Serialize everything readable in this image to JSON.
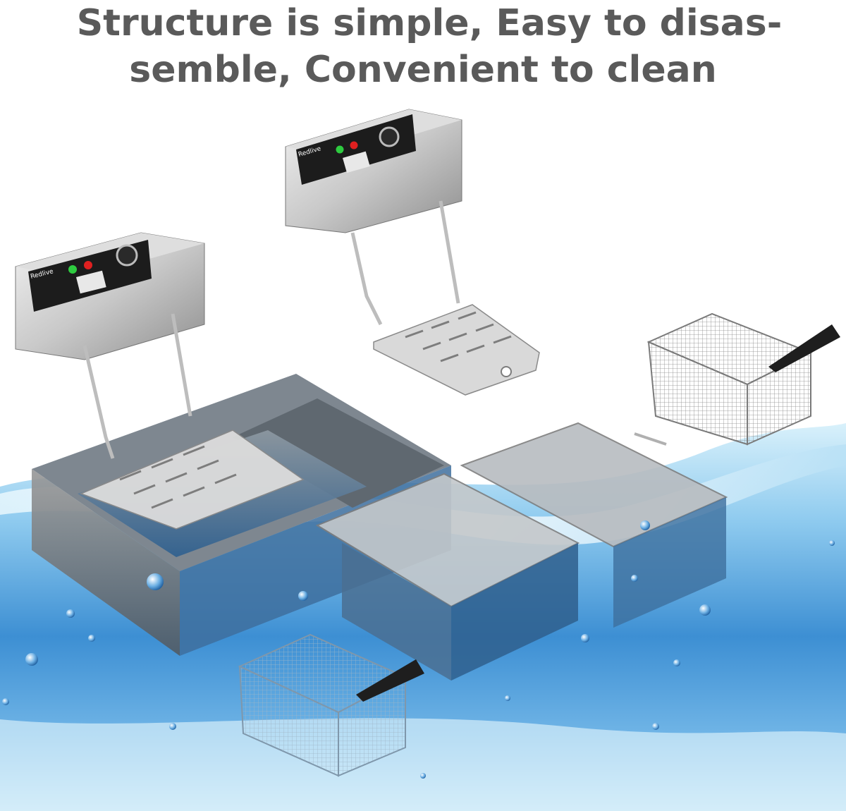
{
  "headline": {
    "line1": "Structure is simple, Easy to disas-",
    "line2": "semble, Convenient to clean"
  },
  "product": {
    "brand_label": "Redlive"
  },
  "colors": {
    "headline_text": "#5a5a5a",
    "water_light": "#bfe6f7",
    "water_deep": "#2f7fc6",
    "steel_light": "#e6e6e6",
    "steel_dark": "#6e6e6e",
    "panel_black": "#1c1c1c",
    "led_green": "#2ecc40",
    "led_red": "#e02020"
  },
  "icons": [
    "thermostat-knob-icon",
    "power-indicator-icon",
    "heating-indicator-icon"
  ]
}
